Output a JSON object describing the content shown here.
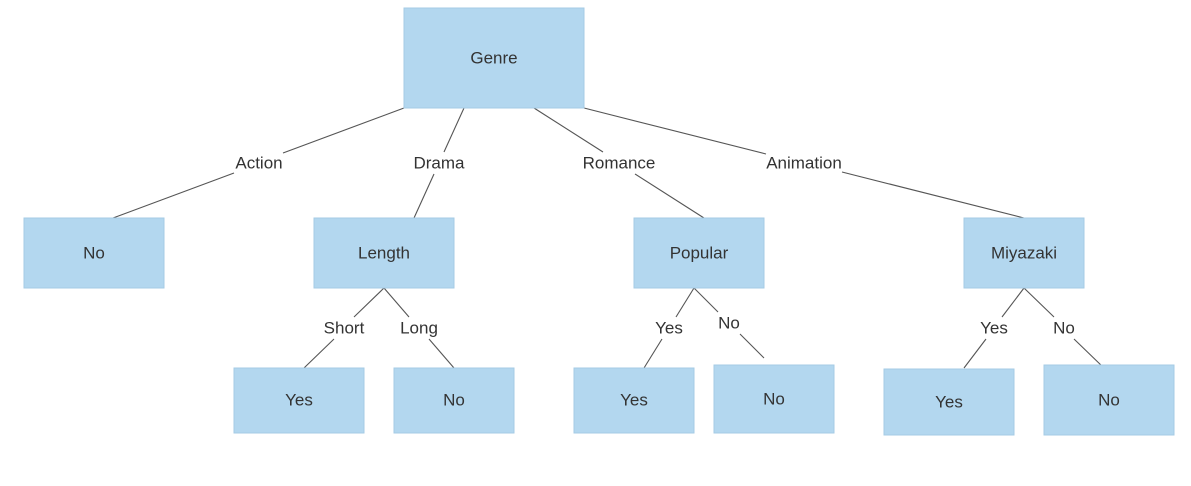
{
  "nodes": {
    "genre": "Genre",
    "action_leaf": "No",
    "length": "Length",
    "popular": "Popular",
    "miyazaki": "Miyazaki",
    "short_leaf": "Yes",
    "long_leaf": "No",
    "popular_yes_leaf": "Yes",
    "popular_no_leaf": "No",
    "miyazaki_yes_leaf": "Yes",
    "miyazaki_no_leaf": "No"
  },
  "edges": {
    "action": "Action",
    "drama": "Drama",
    "romance": "Romance",
    "animation": "Animation",
    "short": "Short",
    "long": "Long",
    "popular_yes": "Yes",
    "popular_no": "No",
    "miyazaki_yes": "Yes",
    "miyazaki_no": "No"
  }
}
